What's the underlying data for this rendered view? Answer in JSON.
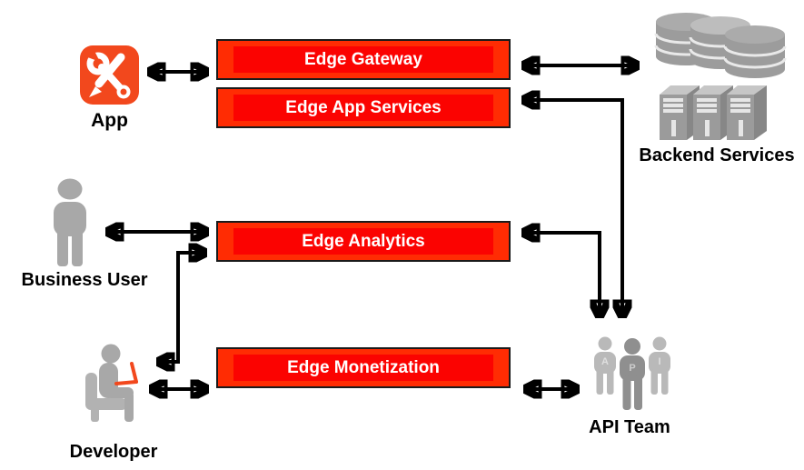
{
  "boxes": [
    {
      "label": "Edge Gateway"
    },
    {
      "label": "Edge App Services"
    },
    {
      "label": "Edge Analytics"
    },
    {
      "label": "Edge Monetization"
    }
  ],
  "nodes": {
    "app": {
      "label": "App"
    },
    "business_user": {
      "label": "Business User"
    },
    "developer": {
      "label": "Developer"
    },
    "backend_services": {
      "label": "Backend Services"
    },
    "api_team": {
      "label": "API Team",
      "letters": [
        "A",
        "P",
        "I"
      ]
    }
  },
  "colors": {
    "box_fill_outer": "#ff2c03",
    "box_fill_inner": "#fb0301",
    "box_border": "#1a1a1a",
    "box_text": "#ffffff",
    "app_icon_orange": "#f2481d",
    "laptop_orange": "#f2481d",
    "icon_gray": "#a8a8a8",
    "icon_gray_dark": "#8f8f8f",
    "icon_gray_light": "#bdbdbd",
    "arrow": "#000000",
    "label_text": "#000000",
    "background": "#ffffff"
  }
}
